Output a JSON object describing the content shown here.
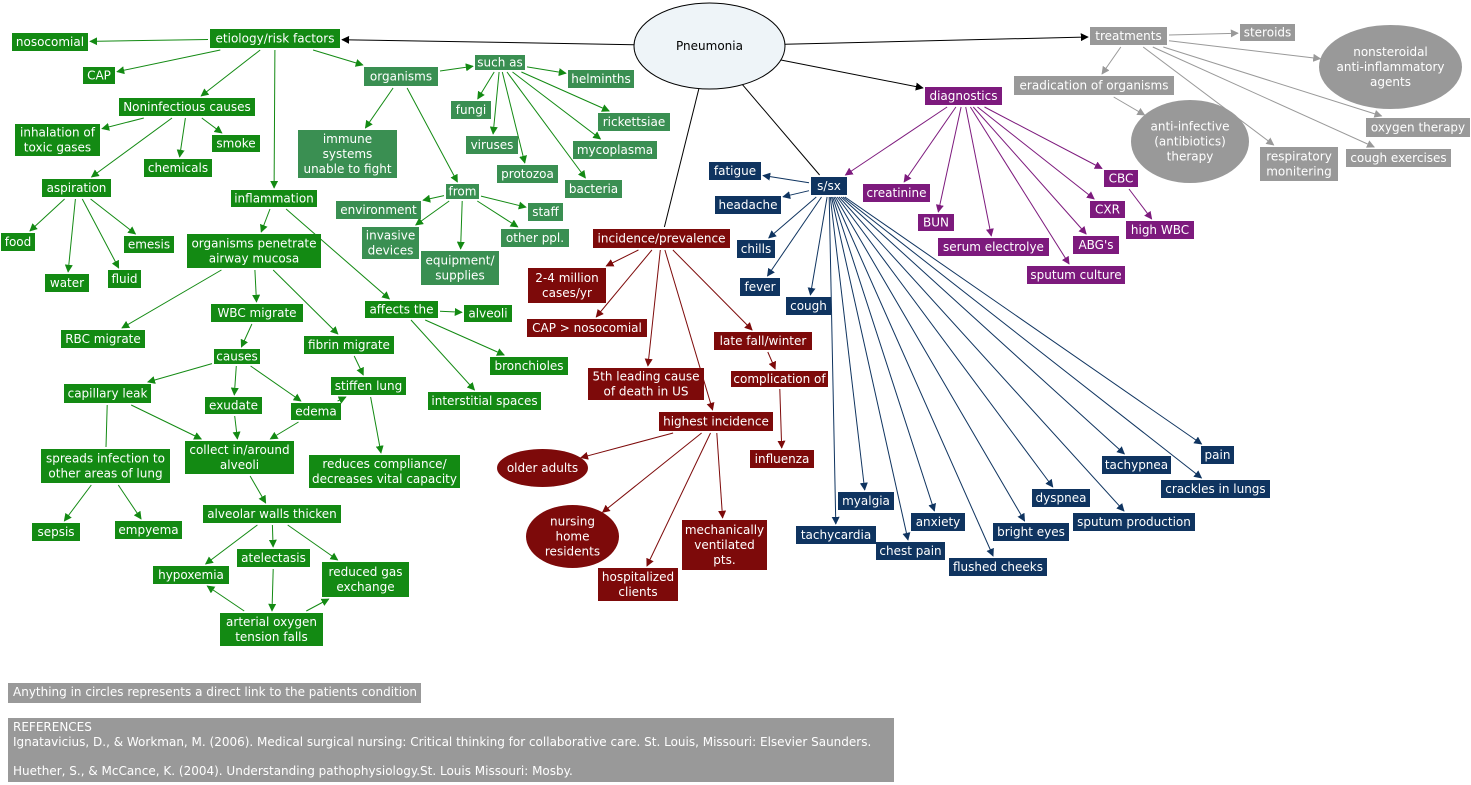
{
  "colors": {
    "etiology": "#138a13",
    "organisms": "#3a8f52",
    "incidence": "#7d0a0a",
    "signs": "#0f3460",
    "diagnostics": "#7d1a7d",
    "treatments": "#999999",
    "center_fill": "#eef4f8"
  },
  "nodes": {
    "pneumonia": "Pneumonia",
    "etiology": "etiology/risk factors",
    "nosocomial": "nosocomial",
    "cap": "CAP",
    "noninfectious": "Noninfectious causes",
    "inhalation": "inhalation of\ntoxic gases",
    "smoke": "smoke",
    "chemicals": "chemicals",
    "aspiration": "aspiration",
    "food": "food",
    "water": "water",
    "fluid": "fluid",
    "emesis": "emesis",
    "organisms": "organisms",
    "immune": "immune\nsystems\nunable to fight",
    "such_as": "such as",
    "fungi": "fungi",
    "viruses": "viruses",
    "protozoa": "protozoa",
    "bacteria": "bacteria",
    "mycoplasma": "mycoplasma",
    "rickettsiae": "rickettsiae",
    "helminths": "helminths",
    "from": "from",
    "environment": "environment",
    "staff": "staff",
    "invasive": "invasive\ndevices",
    "equipment": "equipment/\nsupplies",
    "other_ppl": "other ppl.",
    "inflammation": "inflammation",
    "penetrate": "organisms penetrate\nairway mucosa",
    "rbc": "RBC migrate",
    "wbc": "WBC migrate",
    "fibrin": "fibrin migrate",
    "causes": "causes",
    "cap_leak": "capillary leak",
    "exudate": "exudate",
    "edema": "edema",
    "stiffen": "stiffen lung",
    "affects": "affects the",
    "alveoli": "alveoli",
    "bronchioles": "bronchioles",
    "interstitial": "interstitial spaces",
    "spreads": "spreads infection to\nother areas of lung",
    "collect": "collect in/around\nalveoli",
    "reduces_compliance": "reduces compliance/\ndecreases vital capacity",
    "sepsis": "sepsis",
    "empyema": "empyema",
    "walls": "alveolar walls thicken",
    "hypoxemia": "hypoxemia",
    "atelectasis": "atelectasis",
    "reduced_gas": "reduced gas\nexchange",
    "arterial": "arterial oxygen\ntension falls",
    "incidence": "incidence/prevalence",
    "million": "2-4 million\ncases/yr",
    "cap_noso": "CAP > nosocomial",
    "fifth": "5th leading cause\nof death in US",
    "late_fall": "late fall/winter",
    "complication": "complication of",
    "influenza": "influenza",
    "highest": "highest incidence",
    "older": "older adults",
    "nursing": "nursing\nhome\nresidents",
    "hospitalized": "hospitalized\nclients",
    "ventilated": "mechanically\nventilated\npts.",
    "ssx": "s/sx",
    "fatigue": "fatigue",
    "headache": "headache",
    "chills": "chills",
    "fever": "fever",
    "cough": "cough",
    "tachycardia": "tachycardia",
    "myalgia": "myalgia",
    "chest_pain": "chest pain",
    "anxiety": "anxiety",
    "flushed": "flushed cheeks",
    "bright_eyes": "bright eyes",
    "dyspnea": "dyspnea",
    "sputum_prod": "sputum production",
    "tachypnea": "tachypnea",
    "crackles": "crackles in lungs",
    "pain": "pain",
    "diagnostics": "diagnostics",
    "creatinine": "creatinine",
    "bun": "BUN",
    "serum": "serum electrolye",
    "sputum_culture": "sputum culture",
    "abgs": "ABG's",
    "cxr": "CXR",
    "cbc": "CBC",
    "high_wbc": "high WBC",
    "treatments": "treatments",
    "steroids": "steroids",
    "nsaid": "nonsteroidal\nanti-inflammatory\nagents",
    "eradication": "eradication of organisms",
    "antiinfective": "anti-infective\n(antibiotics)\ntherapy",
    "oxygen": "oxygen therapy",
    "resp_mon": "respiratory\nmonitering",
    "cough_ex": "cough exercises"
  },
  "legend": "Anything in circles represents a direct link to the patients condition",
  "references": {
    "heading": "REFERENCES",
    "items": [
      "Ignatavicius, D., & Workman, M. (2006). Medical surgical nursing: Critical thinking for collaborative care. St. Louis, Missouri: Elsevier Saunders.",
      "Huether, S., & McCance, K. (2004). Understanding pathophysiology.St. Louis Missouri: Mosby."
    ]
  }
}
